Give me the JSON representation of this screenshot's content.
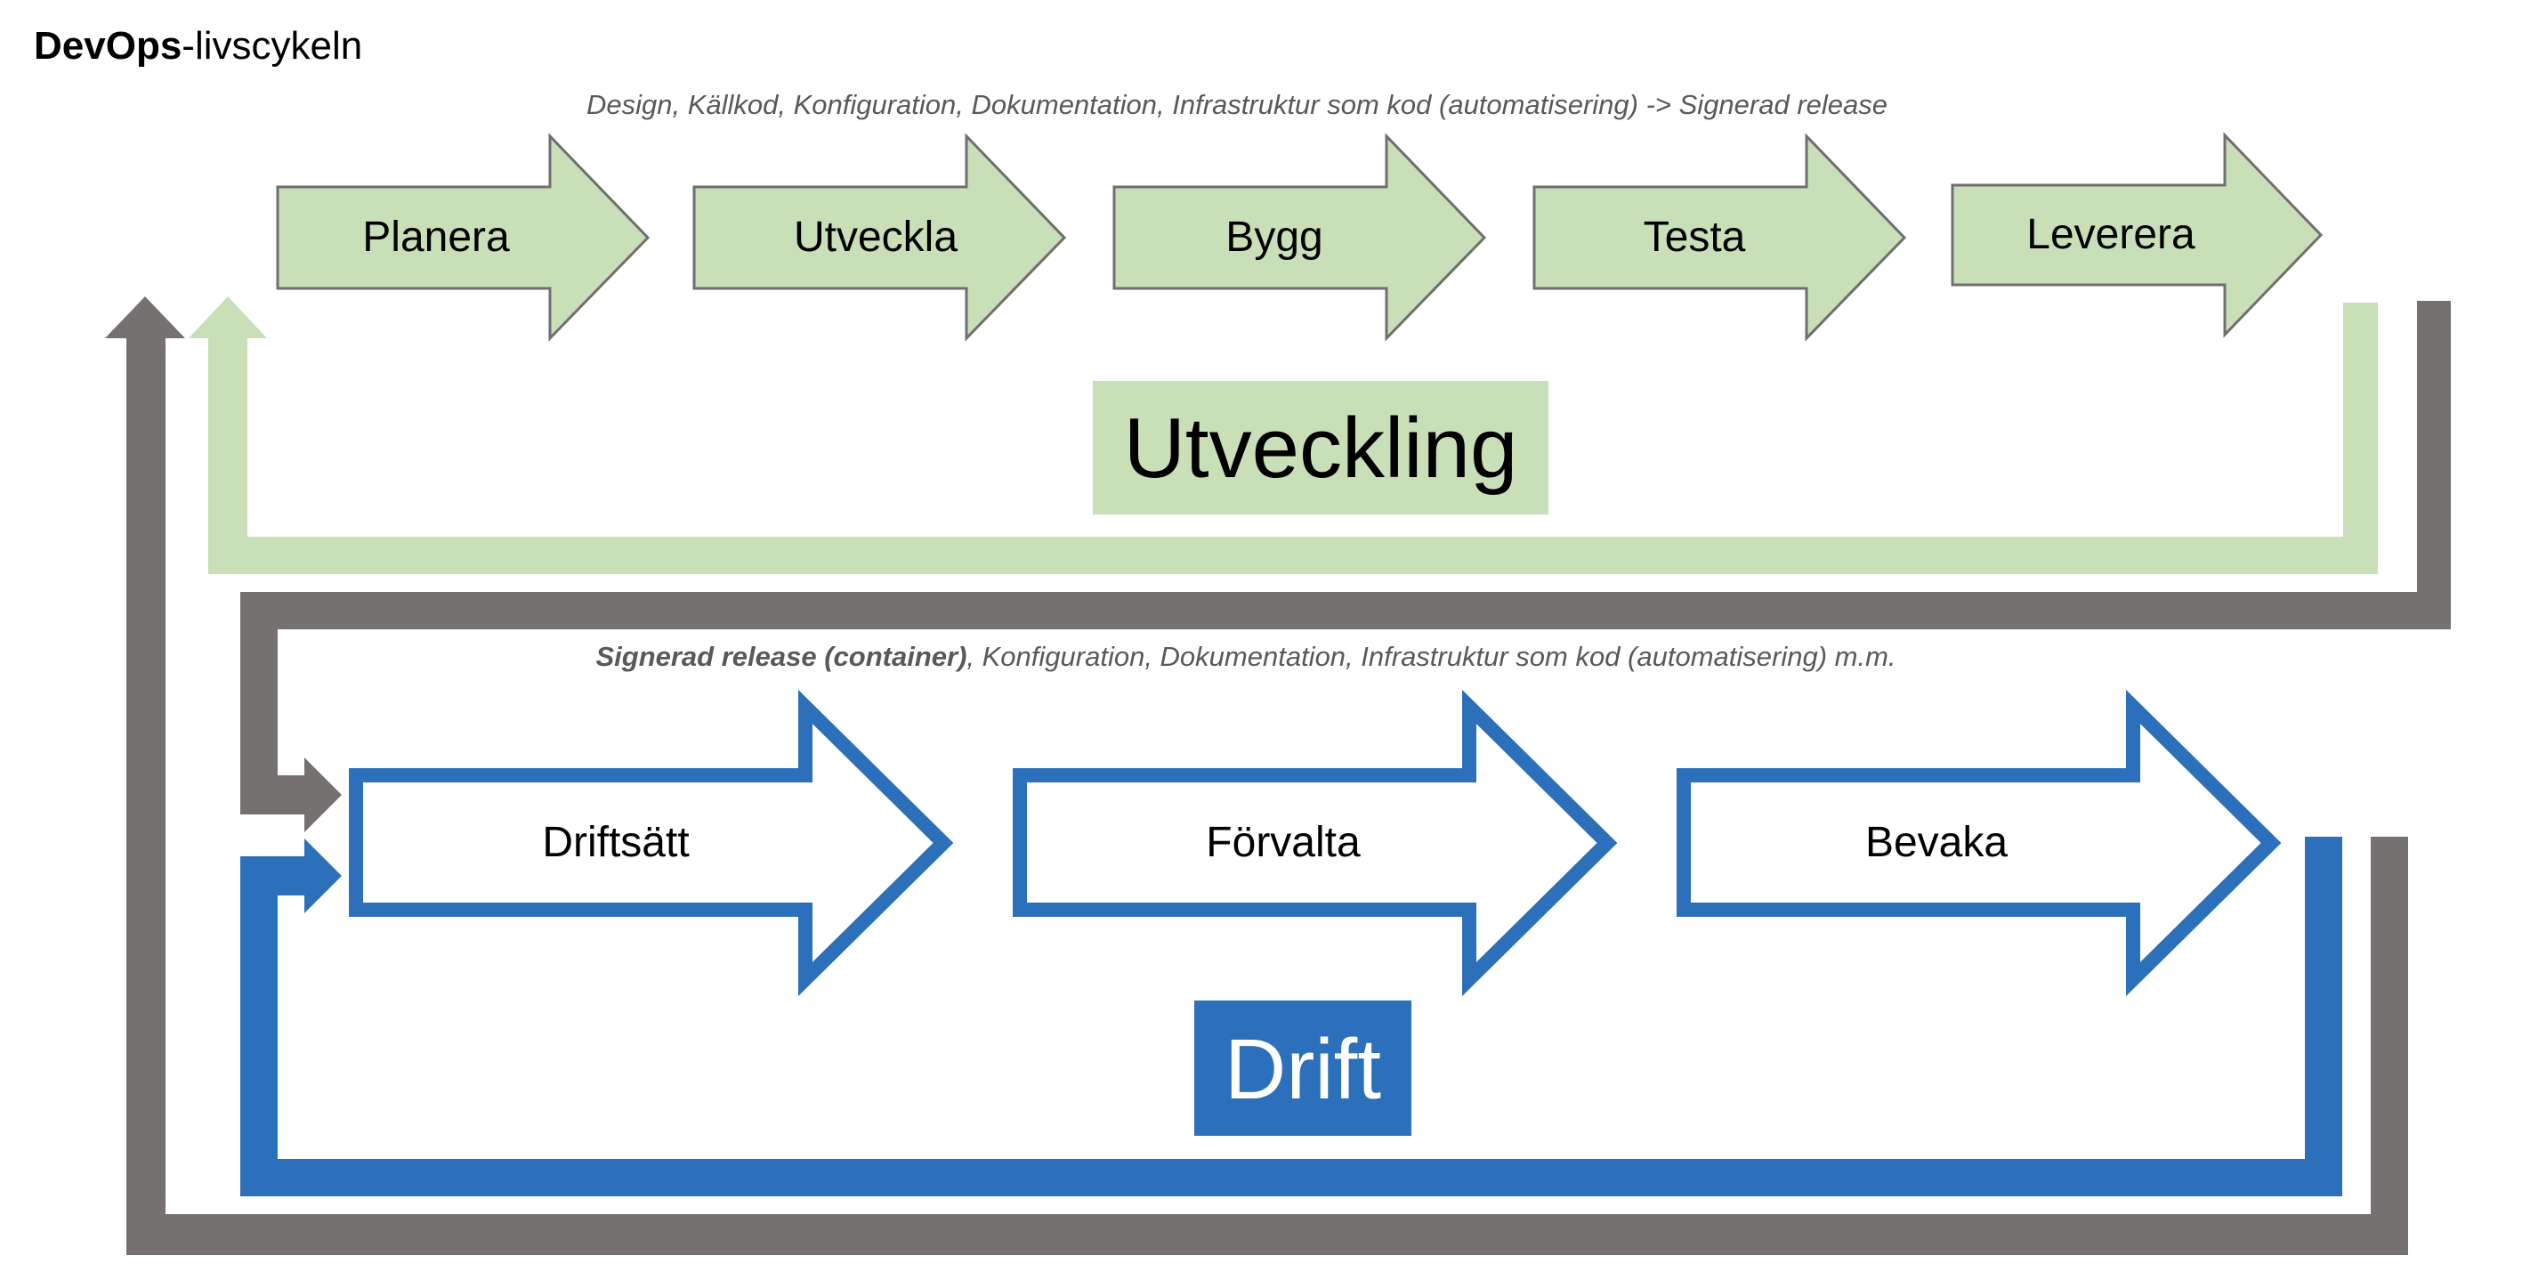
{
  "title": {
    "bold": "DevOps",
    "rest": "-livscykeln"
  },
  "dev": {
    "subtitle": "Design, Källkod, Konfiguration, Dokumentation, Infrastruktur som kod (automatisering) -> Signerad release",
    "steps": [
      "Planera",
      "Utveckla",
      "Bygg",
      "Testa",
      "Leverera"
    ],
    "phase_label": "Utveckling"
  },
  "ops": {
    "subtitle_bold": "Signerad release (container)",
    "subtitle_rest": ", Konfiguration, Dokumentation, Infrastruktur som kod (automatisering) m.m.",
    "steps": [
      "Driftsätt",
      "Förvalta",
      "Bevaka"
    ],
    "phase_label": "Drift"
  },
  "colors": {
    "dev_fill": "#c9dfb8",
    "dev_stroke": "#6f6f6f",
    "ops_blue": "#2c6fba",
    "gray": "#767171",
    "light_green": "#c9dfb8",
    "phase_dev_bg": "#c9dfb8",
    "phase_ops_bg": "#2c6fba"
  }
}
